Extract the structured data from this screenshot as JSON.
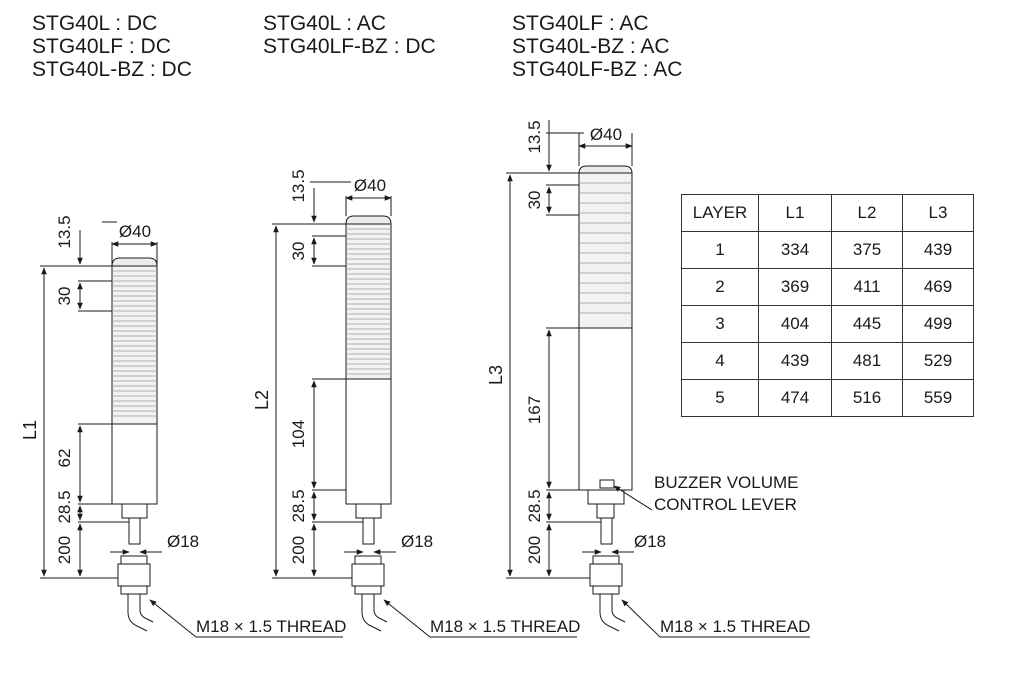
{
  "models": {
    "group1": [
      "STG40L : DC",
      "STG40LF : DC",
      "STG40L-BZ : DC"
    ],
    "group2": [
      "STG40L : AC",
      "STG40LF-BZ : DC"
    ],
    "group3": [
      "STG40LF : AC",
      "STG40L-BZ : AC",
      "STG40LF-BZ : AC"
    ]
  },
  "drawings": {
    "d1": {
      "dia_top": "Ø40",
      "cap": "13.5",
      "layer": "30",
      "body": "62",
      "base": "28.5",
      "cable": "200",
      "dia_mount": "Ø18",
      "total": "L1",
      "thread": "M18 × 1.5 THREAD"
    },
    "d2": {
      "dia_top": "Ø40",
      "cap": "13.5",
      "layer": "30",
      "body": "104",
      "base": "28.5",
      "cable": "200",
      "dia_mount": "Ø18",
      "total": "L2",
      "thread": "M18 × 1.5 THREAD"
    },
    "d3": {
      "dia_top": "Ø40",
      "cap": "13.5",
      "layer": "30",
      "body": "167",
      "base": "28.5",
      "cable": "200",
      "dia_mount": "Ø18",
      "total": "L3",
      "thread": "M18 × 1.5 THREAD",
      "buzzer_line1": "BUZZER VOLUME",
      "buzzer_line2": "CONTROL LEVER"
    }
  },
  "table": {
    "headers": [
      "LAYER",
      "L1",
      "L2",
      "L3"
    ],
    "rows": [
      [
        "1",
        "334",
        "375",
        "439"
      ],
      [
        "2",
        "369",
        "411",
        "469"
      ],
      [
        "3",
        "404",
        "445",
        "499"
      ],
      [
        "4",
        "439",
        "481",
        "529"
      ],
      [
        "5",
        "474",
        "516",
        "559"
      ]
    ]
  }
}
